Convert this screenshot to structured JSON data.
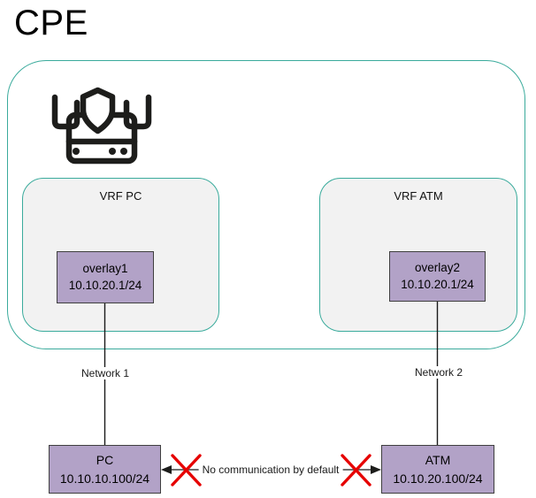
{
  "title": "CPE",
  "colors": {
    "container_border_teal": "#3aab9c",
    "vrf_fill": "#f2f2f2",
    "node_fill_purple": "#b2a2c7",
    "node_border": "#3f3f3f",
    "cross_red": "#e60000",
    "connector": "#404040",
    "icon_black": "#1d1d1b"
  },
  "cpe": {
    "icon": "secure-router-icon",
    "vrfs": [
      {
        "label": "VRF PC",
        "interface": {
          "name": "overlay1",
          "ip": "10.10.20.1/24"
        }
      },
      {
        "label": "VRF ATM",
        "interface": {
          "name": "overlay2",
          "ip": "10.10.20.1/24"
        }
      }
    ]
  },
  "networks": [
    {
      "label": "Network 1"
    },
    {
      "label": "Network 2"
    }
  ],
  "hosts": [
    {
      "name": "PC",
      "ip": "10.10.10.100/24"
    },
    {
      "name": "ATM",
      "ip": "10.10.20.100/24"
    }
  ],
  "connection_note": "No communication by default"
}
